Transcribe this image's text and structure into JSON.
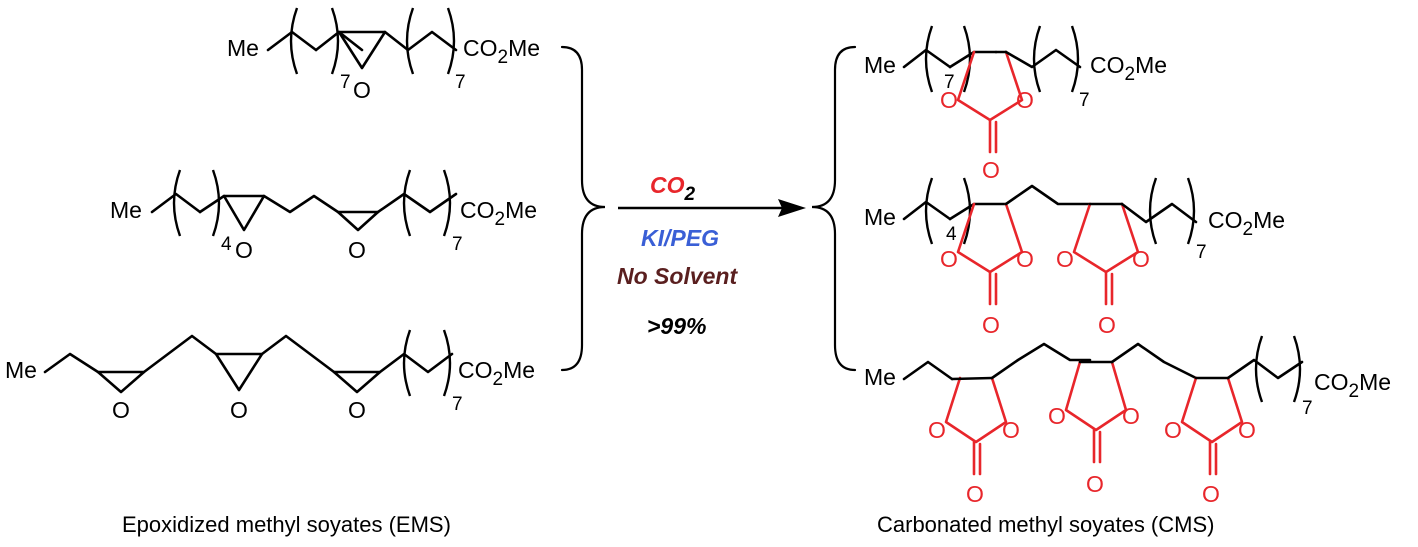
{
  "colors": {
    "carbonate": "#e8262b",
    "co2": "#e8262b",
    "catalyst": "#3a5fd6",
    "solvent": "#5a1f1f",
    "text": "#000000"
  },
  "left": {
    "row1": {
      "start": "Me",
      "sub1": "7",
      "sub2": "7",
      "ester": "CO",
      "ester_sub": "2",
      "ester_end": "Me",
      "o1": "O"
    },
    "row2": {
      "start": "Me",
      "sub1": "4",
      "sub2": "7",
      "ester": "CO",
      "ester_sub": "2",
      "ester_end": "Me",
      "o1": "O",
      "o2": "O"
    },
    "row3": {
      "start": "Me",
      "sub1": "7",
      "ester": "CO",
      "ester_sub": "2",
      "ester_end": "Me",
      "o1": "O",
      "o2": "O",
      "o3": "O"
    },
    "caption": "Epoxidized methyl soyates (EMS)"
  },
  "conditions": {
    "co2": "CO",
    "co2_sub": "2",
    "catalyst": "KI/PEG",
    "solvent": "No Solvent",
    "yield": ">99%"
  },
  "right": {
    "row1": {
      "start": "Me",
      "sub1": "7",
      "sub2": "7",
      "ester": "CO",
      "ester_sub": "2",
      "ester_end": "Me",
      "o_ring": "O",
      "o_carbonyl": "O"
    },
    "row2": {
      "start": "Me",
      "sub1": "4",
      "sub2": "7",
      "ester": "CO",
      "ester_sub": "2",
      "ester_end": "Me",
      "o_ring": "O",
      "o_carbonyl": "O"
    },
    "row3": {
      "start": "Me",
      "sub1": "7",
      "ester": "CO",
      "ester_sub": "2",
      "ester_end": "Me",
      "o_ring": "O",
      "o_carbonyl": "O"
    },
    "caption": "Carbonated methyl soyates (CMS)"
  }
}
